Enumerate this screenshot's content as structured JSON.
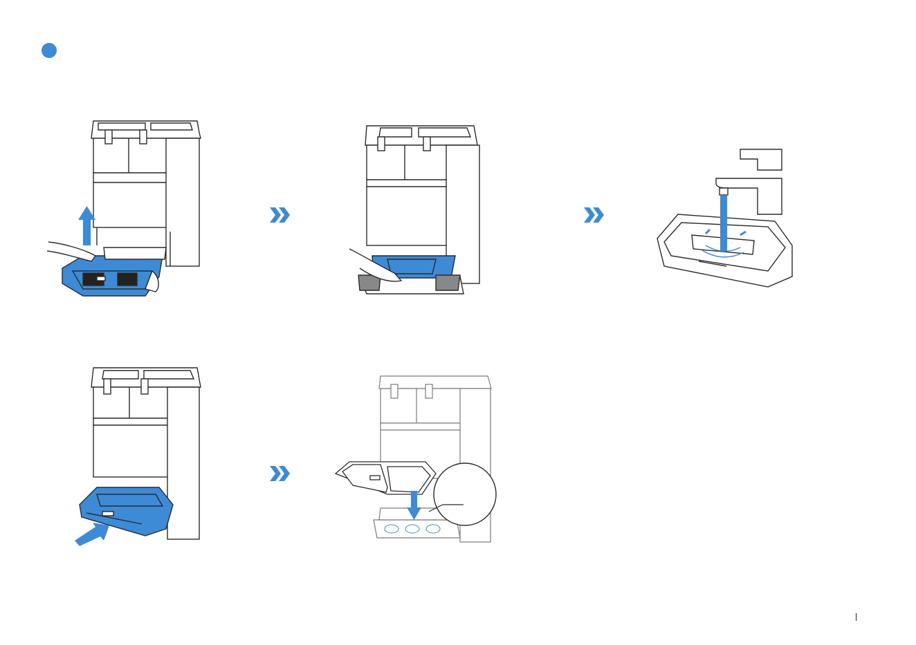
{
  "colors": {
    "accent": "#3d8bd6",
    "line": "#2a2a2a",
    "paper": "#ffffff"
  },
  "icons": {
    "step_marker": "filled-circle-icon",
    "next_step": "double-chevron-right-icon",
    "lift_arrow": "arrow-up-icon",
    "push_arrow": "arrow-diagonal-icon",
    "insert_arrow": "arrow-down-icon"
  },
  "steps": [
    {
      "id": "step-1"
    },
    {
      "id": "step-2"
    },
    {
      "id": "step-3"
    },
    {
      "id": "step-4"
    },
    {
      "id": "step-5"
    }
  ]
}
